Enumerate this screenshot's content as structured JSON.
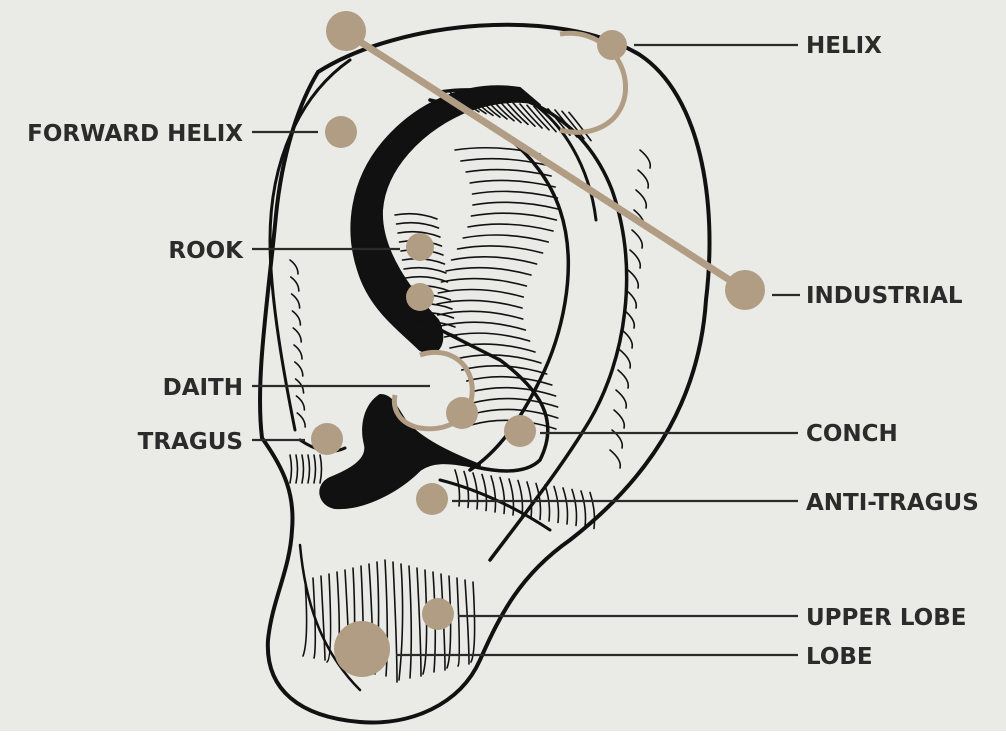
{
  "colors": {
    "background": "#eaeae6",
    "ink": "#111111",
    "label": "#2b2b2b",
    "stud": "#b19d84"
  },
  "labels": {
    "helix": "HELIX",
    "forward_helix": "FORWARD HELIX",
    "rook": "ROOK",
    "industrial": "INDUSTRIAL",
    "daith": "DAITH",
    "tragus": "TRAGUS",
    "conch": "CONCH",
    "anti_tragus": "ANTI-TRAGUS",
    "upper_lobe": "UPPER LOBE",
    "lobe": "LOBE"
  }
}
